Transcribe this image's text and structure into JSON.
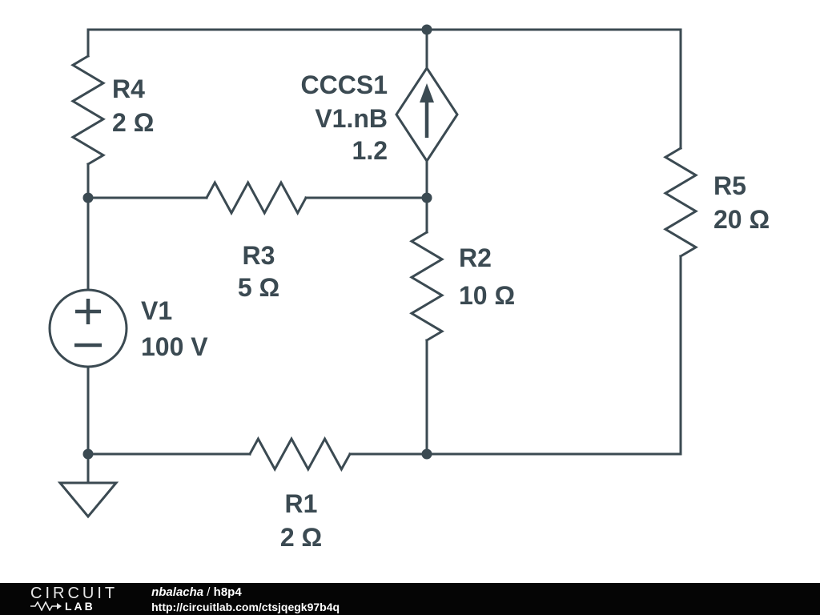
{
  "colors": {
    "schematic_stroke": "#3b4a52",
    "background": "#ffffff",
    "footer_bg": "#050505",
    "footer_text": "#ffffff"
  },
  "components": {
    "R4": {
      "label": "R4",
      "value": "2 Ω"
    },
    "CCCS1": {
      "label": "CCCS1",
      "control": "V1.nB",
      "gain": "1.2"
    },
    "R5": {
      "label": "R5",
      "value": "20 Ω"
    },
    "R3": {
      "label": "R3",
      "value": "5 Ω"
    },
    "R2": {
      "label": "R2",
      "value": "10 Ω"
    },
    "V1": {
      "label": "V1",
      "value": "100 V"
    },
    "R1": {
      "label": "R1",
      "value": "2 Ω"
    }
  },
  "footer": {
    "brand_top": "CIRCUIT",
    "brand_bottom": "LAB",
    "author": "nbalacha",
    "separator": " / ",
    "title": "h8p4",
    "url": "http://circuitlab.com/ctsjqegk97b4q"
  }
}
